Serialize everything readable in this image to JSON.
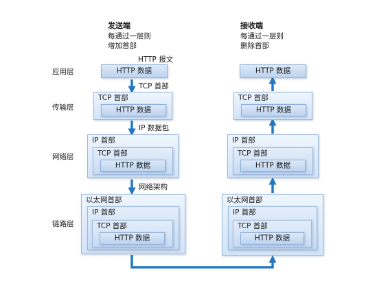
{
  "sender": {
    "title": "发送端",
    "desc_line1": "每通过一层则",
    "desc_line2": "增加首部"
  },
  "receiver": {
    "title": "接收端",
    "desc_line1": "每通过一层则",
    "desc_line2": "删除首部"
  },
  "layers": {
    "application": "应用层",
    "transport": "传输层",
    "network": "网络层",
    "link": "链路层"
  },
  "annotations": {
    "http_message": "HTTP 报文",
    "tcp_header": "TCP 首部",
    "ip_packet": "IP 数据包",
    "network_frame": "网络架构"
  },
  "headers": {
    "http_data": "HTTP 数据",
    "tcp": "TCP 首部",
    "ip": "IP 首部",
    "ethernet": "以太网首部"
  },
  "colors": {
    "arrow": "#2277c2",
    "box_border": "#9dbbe0",
    "box_fill_top": "#eef5fd",
    "box_fill_bottom": "#d3e4f7"
  }
}
